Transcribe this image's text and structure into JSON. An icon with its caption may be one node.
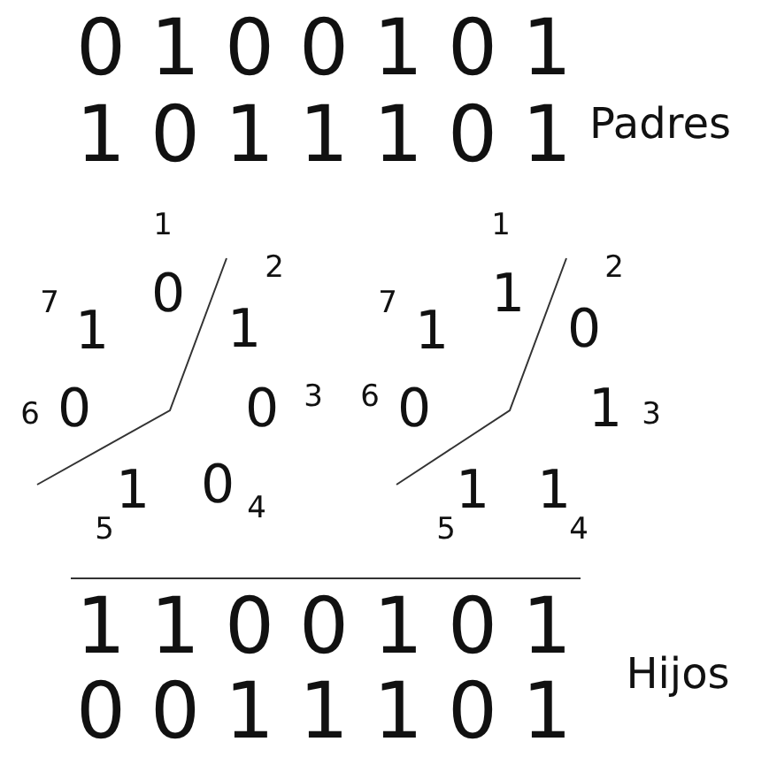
{
  "diagram": {
    "labels": [
      "0100101",
      "1011101",
      "Padres",
      "1",
      "0",
      "2",
      "1",
      "3",
      "0",
      "4",
      "0",
      "5",
      "1",
      "6",
      "0",
      "7",
      "1",
      "1",
      "1",
      "2",
      "0",
      "3",
      "1",
      "4",
      "1",
      "5",
      "1",
      "6",
      "0",
      "7",
      "1",
      "1100101",
      "0011101",
      "Hijos"
    ]
  }
}
